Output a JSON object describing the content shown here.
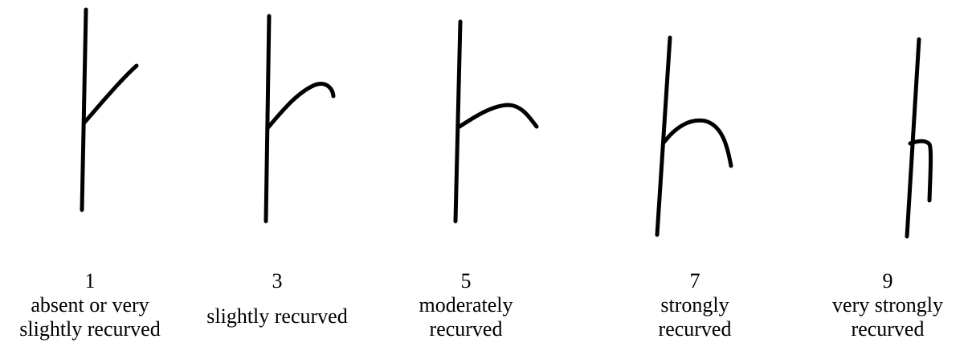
{
  "diagram": {
    "stroke_color": "#000000",
    "panels": [
      {
        "score": "1",
        "description_lines": [
          "absent or very",
          "slightly recurved"
        ],
        "shape": "straight-branch"
      },
      {
        "score": "3",
        "description_lines": [
          "slightly recurved"
        ],
        "shape": "slightly-recurved-branch"
      },
      {
        "score": "5",
        "description_lines": [
          "moderately",
          "recurved"
        ],
        "shape": "moderately-recurved-branch"
      },
      {
        "score": "7",
        "description_lines": [
          "strongly",
          "recurved"
        ],
        "shape": "strongly-recurved-branch"
      },
      {
        "score": "9",
        "description_lines": [
          "very strongly",
          "recurved"
        ],
        "shape": "very-strongly-recurved-branch"
      }
    ]
  }
}
